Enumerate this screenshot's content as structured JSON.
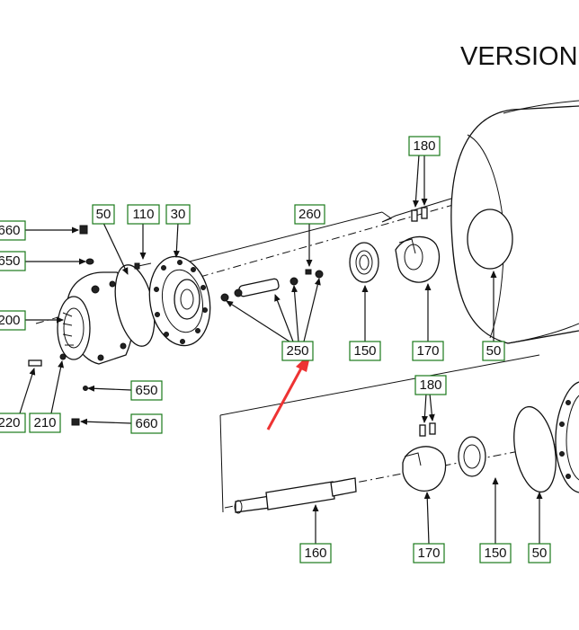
{
  "title": "VERSION",
  "labels": {
    "l660a": "660",
    "l650a": "650",
    "l50a": "50",
    "l110": "110",
    "l30": "30",
    "l260": "260",
    "l180a": "180",
    "l200": "200",
    "l250": "250",
    "l150a": "150",
    "l170a": "170",
    "l50b": "50",
    "l180b": "180",
    "l650b": "650",
    "l220": "220",
    "l210": "210",
    "l660b": "660",
    "l160": "160",
    "l170b": "170",
    "l150b": "150",
    "l50c": "50"
  },
  "colors": {
    "label_border": "#1a7a1a",
    "arrow": "#ee3333",
    "line": "#111111"
  },
  "icons": {
    "pointer": "red-arrow-icon"
  }
}
